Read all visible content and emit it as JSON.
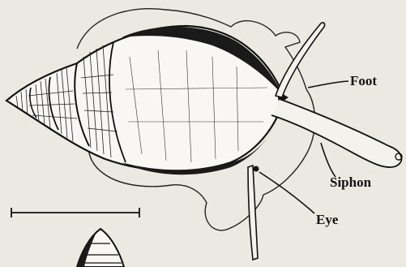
{
  "labels": {
    "foot": "Foot",
    "siphon": "Siphon",
    "eye": "Eye"
  },
  "colors": {
    "background": "#ece9e2",
    "ink": "#111111"
  }
}
